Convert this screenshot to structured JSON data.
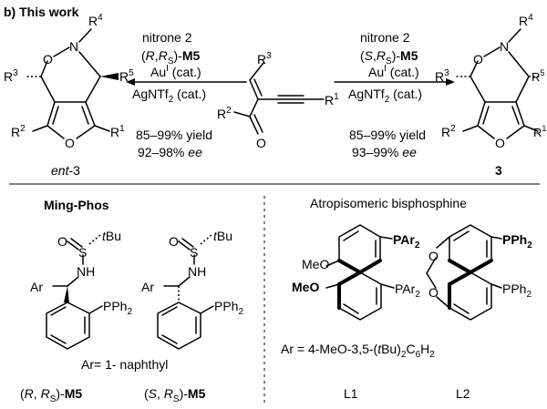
{
  "header": "b) This work",
  "left_conditions": {
    "line1": "nitrone 2",
    "line2_pre": "(",
    "line2_r": "R",
    "line2_mid": ",",
    "line2_rs": "R",
    "line2_sub": "S",
    "line2_post": ")-",
    "line2_cat": "M5",
    "line3": "Au",
    "line3_sup": "I",
    "line3_post": " (cat.)",
    "line4": "AgNTf",
    "line4_sub": "2",
    "line4_post": " (cat.)",
    "yield": "85–99% yield",
    "ee_val": "92–98% ",
    "ee_label": "ee"
  },
  "right_conditions": {
    "line1": "nitrone 2",
    "line2_pre": "(",
    "line2_r": "S",
    "line2_mid": ",",
    "line2_rs": "R",
    "line2_sub": "S",
    "line2_post": ")-",
    "line2_cat": "M5",
    "line3": "Au",
    "line3_sup": "I",
    "line3_post": " (cat.)",
    "line4": "AgNTf",
    "line4_sub": "2",
    "line4_post": " (cat.)",
    "yield": "85–99% yield",
    "ee_val": "93–99% ",
    "ee_label": "ee"
  },
  "products": {
    "left_name_pre": "ent",
    "left_name_post": "-3",
    "right_name": "3"
  },
  "atom_labels": {
    "R1": "R",
    "R1_sup": "1",
    "R2": "R",
    "R2_sup": "2",
    "R3": "R",
    "R3_sup": "3",
    "R4": "R",
    "R4_sup": "4",
    "R5": "R",
    "R5_sup": "5",
    "O": "O",
    "N": "N",
    "NH": "NH",
    "S": "S",
    "tBu_t": "t",
    "tBu": "Bu",
    "Ar": "Ar",
    "PPh": "PPh",
    "PPh_sub": "2",
    "PAr": "PAr",
    "PAr_sub": "2",
    "MeO": "MeO"
  },
  "mingphos": {
    "title": "Ming-Phos",
    "ar_def": "Ar= 1- naphthyl",
    "left_label_pre": "(",
    "left_label_r": "R",
    "left_label_mid": ", ",
    "left_label_rs": "R",
    "left_label_sub": "S",
    "left_label_post": ")-",
    "left_label_cat": "M5",
    "right_label_pre": "(",
    "right_label_r": "S",
    "right_label_mid": ", ",
    "right_label_rs": "R",
    "right_label_sub": "S",
    "right_label_post": ")-",
    "right_label_cat": "M5"
  },
  "bisphos": {
    "title": "Atropisomeric bisphosphine",
    "ar_def_pre": "Ar = 4-MeO-3,5-(",
    "ar_def_t": "t",
    "ar_def_mid": "Bu)",
    "ar_def_sub1": "2",
    "ar_def_c": "C",
    "ar_def_sub2": "6",
    "ar_def_h": "H",
    "ar_def_sub3": "2",
    "L1": "L1",
    "L2": "L2"
  }
}
